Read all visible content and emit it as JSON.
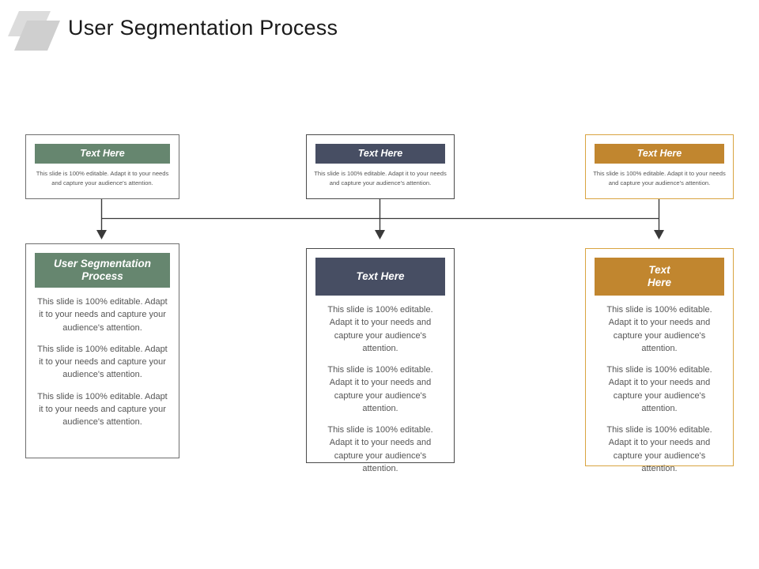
{
  "slide": {
    "title": "User Segmentation Process",
    "decoration_icon": "double-parallelogram-icon",
    "background": "#ffffff"
  },
  "colors": {
    "green": "#66866f",
    "navy": "#474e63",
    "orange": "#c1862f",
    "orange_border": "#d9a441",
    "box_border": "#4a4a4a",
    "body_text": "#555555",
    "connector": "#3a3a3a"
  },
  "body_paragraph": "This slide is 100% editable. Adapt it to your needs and capture your audience's attention.",
  "top_row": [
    {
      "id": "top-left",
      "header": "Text Here",
      "accent": "green",
      "body": "This slide is 100% editable. Adapt it to your needs and capture your audience's attention."
    },
    {
      "id": "top-middle",
      "header": "Text Here",
      "accent": "navy",
      "body": "This slide is 100% editable. Adapt it to your needs and capture your audience's attention."
    },
    {
      "id": "top-right",
      "header": "Text Here",
      "accent": "orange",
      "body": "This slide is 100% editable. Adapt it to your needs and capture your audience's attention."
    }
  ],
  "bottom_row": [
    {
      "id": "bottom-left",
      "header_line1": "User Segmentation",
      "header_line2": "Process",
      "accent": "green",
      "paragraphs": [
        "This slide is 100% editable. Adapt it to your needs and capture your audience's attention.",
        "This slide is 100% editable. Adapt it to your needs and capture your audience's attention.",
        "This slide is 100% editable. Adapt it to your needs and capture your audience's attention."
      ]
    },
    {
      "id": "bottom-middle",
      "header_line1": "Text Here",
      "header_line2": "",
      "accent": "navy",
      "paragraphs": [
        "This slide is 100% editable. Adapt it to your needs and capture your audience's attention.",
        "This slide is 100% editable. Adapt it to your needs and capture your audience's attention.",
        "This slide is 100% editable. Adapt it to your needs and capture your audience's attention."
      ]
    },
    {
      "id": "bottom-right",
      "header_line1": "Text",
      "header_line2": "Here",
      "accent": "orange",
      "paragraphs": [
        "This slide is 100% editable. Adapt it to your needs and capture your audience's attention.",
        "This slide is 100% editable. Adapt it to your needs and capture your audience's attention.",
        "This slide is 100% editable. Adapt it to your needs and capture your audience's attention."
      ]
    }
  ],
  "connectors": {
    "description": "three vertical drop lines joined by a horizontal bus, each ending in a down arrow",
    "arrow_count": 3
  }
}
